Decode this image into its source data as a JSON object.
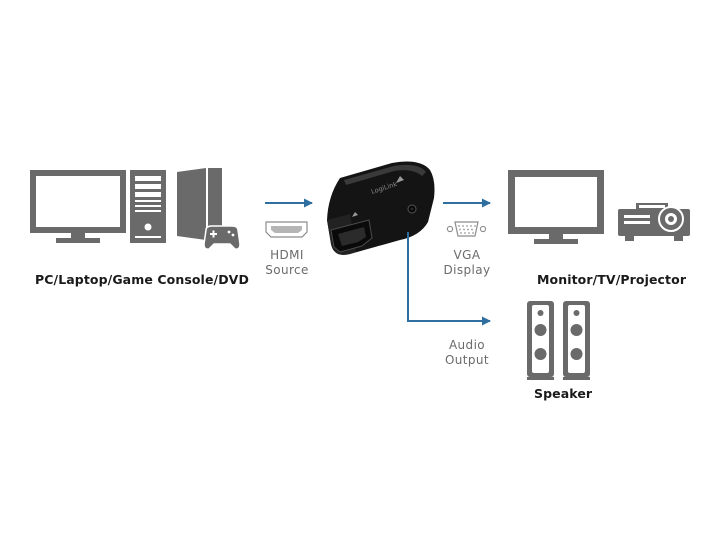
{
  "labels": {
    "source_devices": "PC/Laptop/Game Console/DVD",
    "display_devices": "Monitor/TV/Projector",
    "speaker": "Speaker"
  },
  "ports": {
    "hdmi_line1": "HDMI",
    "hdmi_line2": "Source",
    "vga_line1": "VGA",
    "vga_line2": "Display",
    "audio_line1": "Audio",
    "audio_line2": "Output"
  },
  "adapter_brand": "LogiLink",
  "colors": {
    "device_gray": "#6a6a6a",
    "arrow_blue": "#2f6f9f",
    "adapter_black": "#141414",
    "label_gray": "#6b6b6b"
  },
  "icons": [
    "desktop-monitor-icon",
    "pc-tower-icon",
    "game-console-icon",
    "gamepad-icon",
    "hdmi-port-icon",
    "hdmi-vga-adapter-icon",
    "vga-port-icon",
    "monitor-icon",
    "projector-icon",
    "speaker-icon"
  ]
}
